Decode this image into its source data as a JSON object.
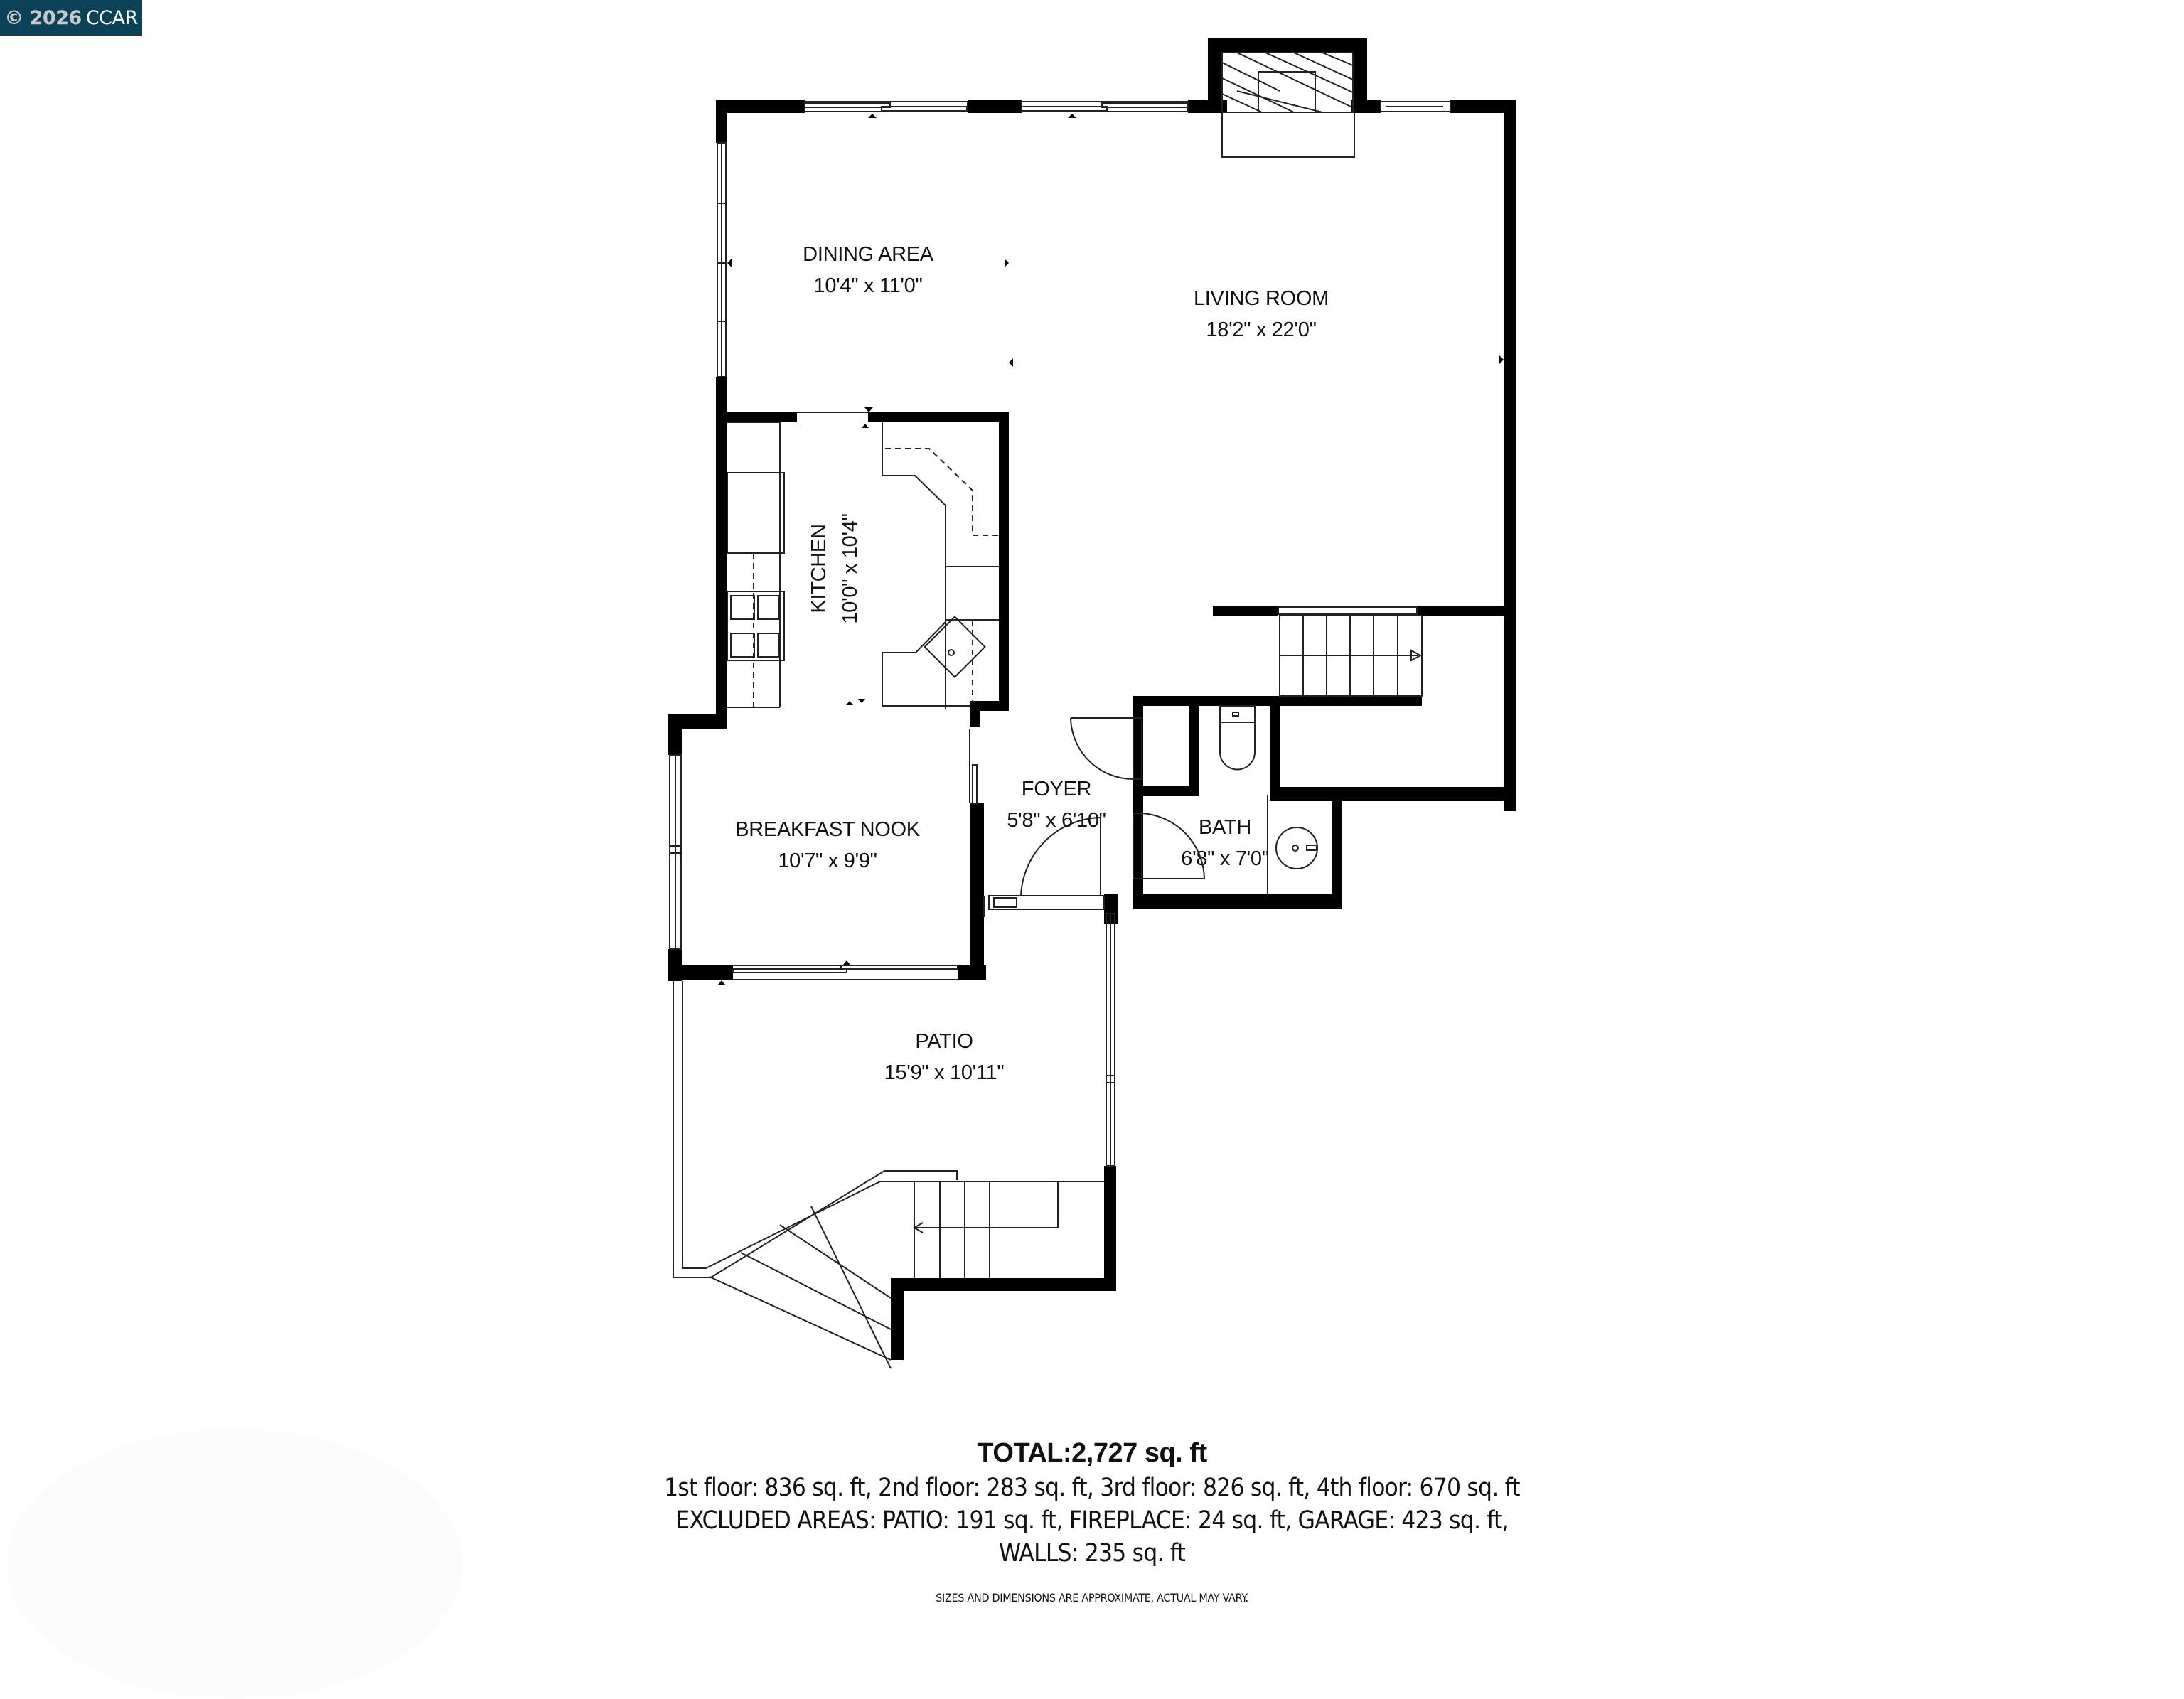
{
  "badge": {
    "year_text": "© 2026",
    "org": "CCAR",
    "bg_color": "#0b4257"
  },
  "rooms": {
    "dining_area": {
      "name": "DINING AREA",
      "dims": "10'4\" x 11'0\""
    },
    "living_room": {
      "name": "LIVING ROOM",
      "dims": "18'2\" x 22'0\""
    },
    "kitchen": {
      "name": "KITCHEN",
      "dims": "10'0\" x 10'4\""
    },
    "breakfast_nook": {
      "name": "BREAKFAST NOOK",
      "dims": "10'7\" x 9'9\""
    },
    "foyer": {
      "name": "FOYER",
      "dims": "5'8\" x 6'10\""
    },
    "bath": {
      "name": "BATH",
      "dims": "6'8\" x 7'0\""
    },
    "patio": {
      "name": "PATIO",
      "dims": "15'9\" x 10'11\""
    }
  },
  "summary": {
    "total": "TOTAL:2,727 sq. ft",
    "floors": "1st floor: 836 sq. ft, 2nd floor: 283 sq. ft, 3rd floor: 826 sq. ft, 4th floor: 670 sq. ft",
    "excluded_1": "EXCLUDED AREAS: PATIO: 191 sq. ft, FIREPLACE: 24 sq. ft, GARAGE: 423 sq. ft,",
    "excluded_2": "WALLS: 235 sq. ft",
    "disclaimer": "SIZES AND DIMENSIONS ARE APPROXIMATE, ACTUAL MAY VARY."
  },
  "colors": {
    "wall": "#000000",
    "background": "#ffffff",
    "text": "#111111"
  }
}
